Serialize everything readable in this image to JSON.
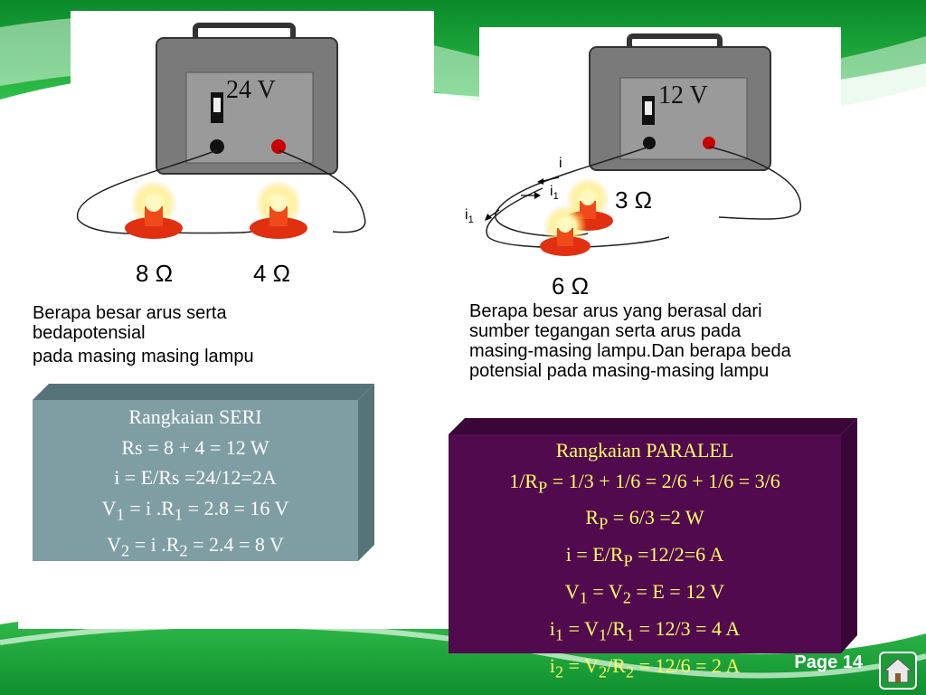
{
  "left_circuit": {
    "source_label": "24 V",
    "resistors": [
      "8 Ω",
      "4 Ω"
    ],
    "question_lines": [
      "Berapa besar arus serta",
      "bedapotensial",
      "pada masing masing lampu"
    ]
  },
  "right_circuit": {
    "source_label": "12 V",
    "current_labels": {
      "i": "i",
      "i1_a": "i",
      "i1_b": "i",
      "sub": "1"
    },
    "resistors": [
      "3 Ω",
      "6 Ω"
    ],
    "question_lines": [
      "Berapa besar arus yang berasal dari",
      "sumber tegangan serta arus pada",
      "masing-masing lampu.Dan berapa  beda",
      "potensial pada masing-masing lampu"
    ]
  },
  "series_box": {
    "colors": {
      "face": "#7f9ea3",
      "side": "#56737a",
      "text": "#ffffff"
    },
    "title": "Rangkaian SERI",
    "line_rs": "Rs = 8 + 4 = 12 W",
    "line_i": "i = E/Rs =24/12=2A",
    "v1": {
      "a": "V",
      "s1": "1",
      "b": " = i .R",
      "s2": "1",
      "c": " = 2.8 = 16 V"
    },
    "v2": {
      "a": "V",
      "s1": "2",
      "b": " = i .R",
      "s2": "2",
      "c": " = 2.4 =   8 V"
    }
  },
  "parallel_box": {
    "colors": {
      "face": "#520a4f",
      "side": "#3a0637",
      "text": "#ffff66"
    },
    "title": "Rangkaian PARALEL",
    "l1": {
      "a": "1/R",
      "s1": "P",
      "b": " = 1/3 + 1/6 =  2/6 + 1/6 = 3/6"
    },
    "l2": {
      "a": "R",
      "s1": "P",
      "b": " = 6/3 =2 W"
    },
    "l3": {
      "a": "i = E/R",
      "s1": "P",
      "b": " =12/2=6 A"
    },
    "l4": {
      "a": "V",
      "s1": "1",
      "b": " = V",
      "s2": "2",
      "c": " = E = 12 V"
    },
    "l5": {
      "a": "i",
      "s1": "1",
      "b": " = V",
      "s2": "1",
      "c": "/R",
      "s3": "1",
      "d": " = 12/3 = 4 A"
    },
    "l6": {
      "a": "i",
      "s1": "2",
      "b": " = V",
      "s2": "2",
      "c": "/R",
      "s3": "2",
      "d": " = 12/6 = 2 A"
    }
  },
  "footer": {
    "page_label": "Page 14",
    "home_icon": "home-icon"
  }
}
